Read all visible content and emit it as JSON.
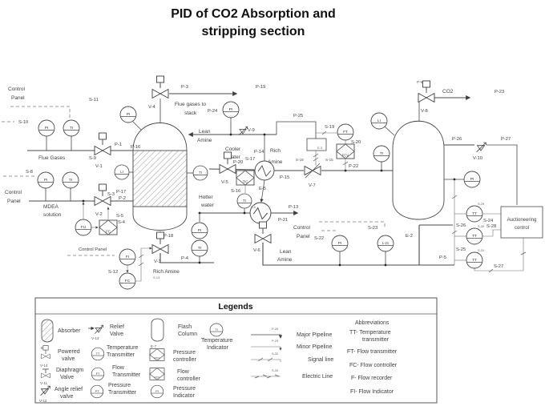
{
  "title": [
    "PID of CO2 Absorption and",
    "stripping section"
  ],
  "labels": {
    "control_panel": [
      "Control",
      "Panel"
    ],
    "control_panel_inline": "Control Panel",
    "flue_gases": "Flue Gases",
    "mdea": [
      "MDEA",
      "solution"
    ],
    "flue_stack": [
      "Flue gases to",
      "stack"
    ],
    "lean_amine": [
      "Lean",
      "Amine"
    ],
    "rich_amine_2l": [
      "Rich",
      "Amine"
    ],
    "rich_amine": "Rich Amine",
    "cooler_water": [
      "Cooler",
      "water"
    ],
    "hotter_water": [
      "Hotter",
      "water"
    ],
    "co2": "CO2",
    "auctioneering": [
      "Auctioneering",
      "control"
    ]
  },
  "pipes": {
    "p1": "P-1",
    "p2": "P-2",
    "p3": "P-3",
    "p4": "P-4",
    "p5": "P-5",
    "p6": "P-6",
    "p13": "P-13",
    "p14": "P-14",
    "p15": "P-15",
    "p16": "P-16",
    "p17": "P-17",
    "p18": "P-18",
    "p19": "P-19",
    "p20": "P-20",
    "p21": "P-21",
    "p22": "P-22",
    "p23": "P-23",
    "p24": "P-24",
    "p25": "P-25",
    "p26": "P-26",
    "p27": "P-27"
  },
  "signals": {
    "s3": "S-3",
    "s4": "S-4",
    "s5": "S-5",
    "s8": "S-8",
    "s9": "S-9",
    "s10": "S-10",
    "s11": "S-11",
    "s12": "S-12",
    "s13": "S-13",
    "s15": "S-15",
    "s16": "S-16",
    "s17": "S-17",
    "s18": "S-18",
    "s19": "S-19",
    "s20": "S-20",
    "s22": "S-22",
    "s23": "S-23",
    "s24": "S-24",
    "s25": "S-25",
    "s26": "S-26",
    "s27": "S-27",
    "s28": "S-28",
    "s29": "S-29",
    "s30": "S-30",
    "s31": "S-31"
  },
  "valves": {
    "v1": "V-1",
    "v2": "V-2",
    "v3": "V-3",
    "v4": "V-4",
    "v5": "V-5",
    "v6": "V-6",
    "v7": "V-7",
    "v8": "V-8",
    "v9": "V-9",
    "v10": "V-10",
    "v11": "V-11",
    "v12": "V-12",
    "v13": "V-13",
    "v14": "V-14"
  },
  "equipment": {
    "e1": "E-1",
    "e2": "E-2",
    "e3": "E-3",
    "e5": "E-5",
    "e6": "E-6",
    "e7": "E-7"
  },
  "instruments": {
    "pi": "PI",
    "ti": "TI",
    "li": "LI",
    "fi": "FI",
    "fc": "FC",
    "fu": "FU",
    "ft": "FT",
    "tt": "TT",
    "pt": "PT",
    "tic": "TIC",
    "fcv": "FCV",
    "pcv": "PCV",
    "l21": "L-21"
  },
  "legend": {
    "header": "Legends",
    "absorber": "Absorber",
    "relief": [
      "Relief",
      "Valve"
    ],
    "flash": [
      "Flash",
      "Column"
    ],
    "temperature_indicator": [
      "Temperature",
      "Indicator"
    ],
    "powered": [
      "Powered",
      "valve"
    ],
    "temperature_transmitter": [
      "Temperature",
      "Transmitter"
    ],
    "pressure_controller": [
      "Pressure",
      "controller"
    ],
    "diaphragm": [
      "Diaphragm",
      "Valve"
    ],
    "flow_transmitter": [
      "Flow",
      "Transmitter"
    ],
    "flow_controller": [
      "Flow",
      "controller"
    ],
    "angle": [
      "Angle relief",
      "valve"
    ],
    "pressure_transmitter": [
      "Pressure",
      "Transmitter"
    ],
    "pressure_indicator": [
      "Pressure",
      "Indicator"
    ],
    "major": "Major Pipeline",
    "minor": "Minor Pipeline",
    "signal": "Signal line",
    "electric": "Electric Line",
    "p28": "P-28",
    "p29": "P-29",
    "s32": "S-32",
    "s33": "S-33",
    "abbr": {
      "header": "Abbreviations",
      "tt": [
        "TT- Temperature",
        "transmitter"
      ],
      "ft": "FT- Flow transmitter",
      "fc": "FC- Flow controller",
      "f": "F- Flow recorder",
      "fi": "FI- Flow Indicator"
    }
  }
}
